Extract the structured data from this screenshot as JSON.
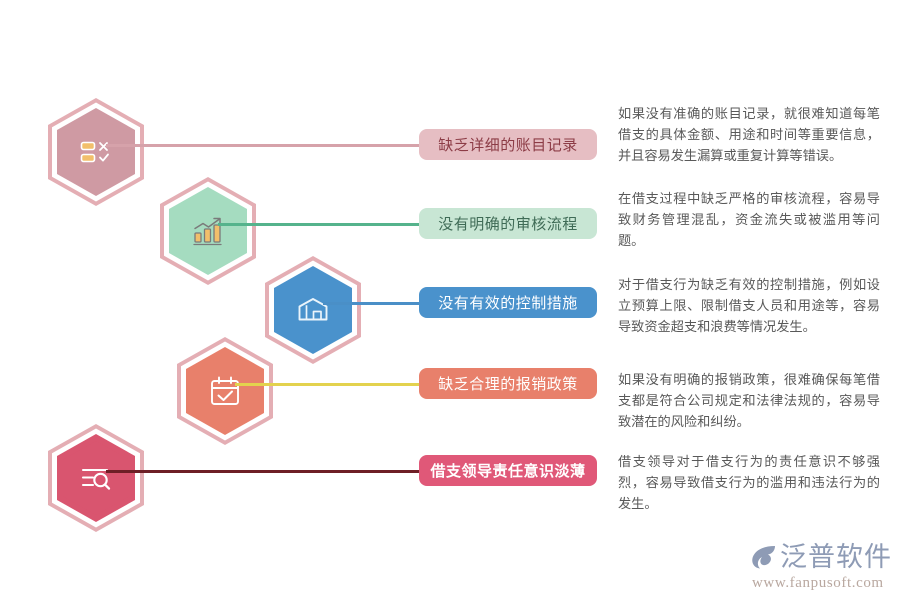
{
  "palette": {
    "hex_outline": "#e4aeb4",
    "text_body": "#595959",
    "background": "#ffffff"
  },
  "rows": [
    {
      "icon": "checklist-icon",
      "hex_fill": "#cf9aa3",
      "line_color": "#d6a2aa",
      "pill_bg": "#e6bec3",
      "pill_text_color": "#8c3c46",
      "pill_bold": false,
      "label": "缺乏详细的账目记录",
      "paragraph": "如果没有准确的账目记录，就很难知道每笔借支的具体金额、用途和时间等重要信息，并且容易发生漏算或重复计算等错误。"
    },
    {
      "icon": "bar-chart-growth-icon",
      "hex_fill": "#a5dcc0",
      "line_color": "#55b38c",
      "pill_bg": "#c8e6d4",
      "pill_text_color": "#3f6b56",
      "pill_bold": false,
      "label": "没有明确的审核流程",
      "paragraph": "在借支过程中缺乏严格的审核流程，容易导致财务管理混乱，资金流失或被滥用等问题。"
    },
    {
      "icon": "warehouse-building-icon",
      "hex_fill": "#4a92cc",
      "line_color": "#4a8fc7",
      "pill_bg": "#4a92cc",
      "pill_text_color": "#ffffff",
      "pill_bold": false,
      "label": "没有有效的控制措施",
      "paragraph": "对于借支行为缺乏有效的控制措施，例如设立预算上限、限制借支人员和用途等，容易导致资金超支和浪费等情况发生。"
    },
    {
      "icon": "calendar-check-icon",
      "hex_fill": "#e8806b",
      "line_color": "#e3d24e",
      "pill_bg": "#e8806b",
      "pill_text_color": "#ffffff",
      "pill_bold": false,
      "label": "缺乏合理的报销政策",
      "paragraph": "如果没有明确的报销政策，很难确保每笔借支都是符合公司规定和法律法规的，容易导致潜在的风险和纠纷。"
    },
    {
      "icon": "document-search-icon",
      "hex_fill": "#d9556f",
      "line_color": "#6e1f26",
      "pill_bg": "#e05878",
      "pill_text_color": "#ffffff",
      "pill_bold": true,
      "label": "借支领导责任意识淡薄",
      "paragraph": "借支领导对于借支行为的责任意识不够强烈，容易导致借支行为的滥用和违法行为的发生。"
    }
  ],
  "watermark": {
    "brand": "泛普软件",
    "url": "www.fanpusoft.com",
    "mark_color": "#8e9bb5",
    "brand_color": "#8e9bb5",
    "url_color": "#b9a8a0"
  }
}
